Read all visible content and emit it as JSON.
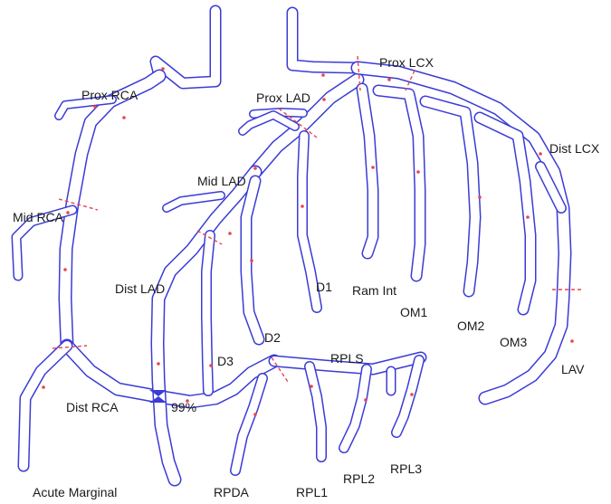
{
  "colors": {
    "vessel_outline": "#3b3bd6",
    "background": "#ffffff",
    "segment_boundary": "#e8454b",
    "label": "#1a1a1a"
  },
  "labels": {
    "prox_rca": "Prox RCA",
    "mid_rca": "Mid RCA",
    "dist_rca": "Dist RCA",
    "acute_marginal": "Acute Marginal",
    "rpda": "RPDA",
    "rpl1": "RPL1",
    "rpl2": "RPL2",
    "rpl3": "RPL3",
    "rpls": "RPLS",
    "prox_lad": "Prox LAD",
    "mid_lad": "Mid LAD",
    "dist_lad": "Dist LAD",
    "d1": "D1",
    "d2": "D2",
    "d3": "D3",
    "prox_lcx": "Prox LCX",
    "dist_lcx": "Dist LCX",
    "ram_int": "Ram Int",
    "om1": "OM1",
    "om2": "OM2",
    "om3": "OM3",
    "lav": "LAV"
  },
  "stenosis": {
    "vessel": "Dist RCA",
    "percent_label": "99%",
    "marker": "bowtie-stenosis-marker"
  }
}
